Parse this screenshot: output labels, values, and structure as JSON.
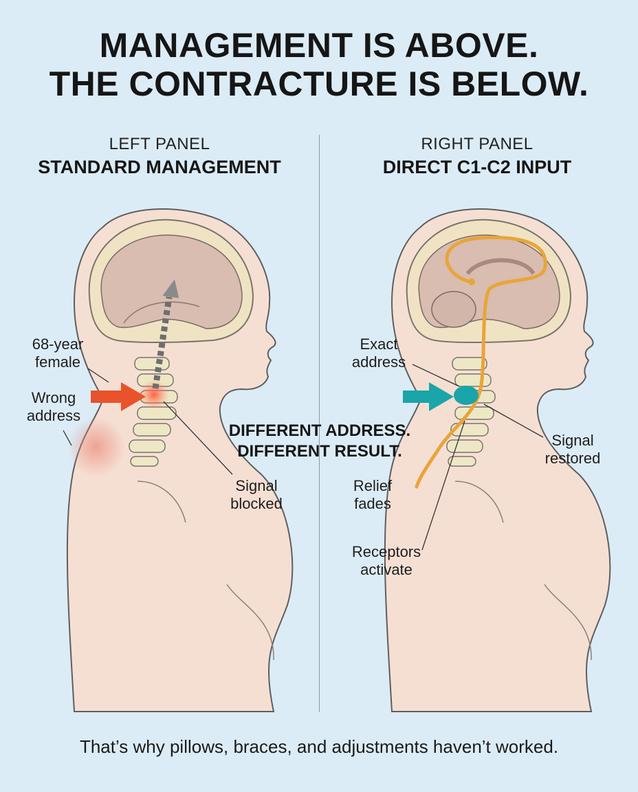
{
  "title_line1": "MANAGEMENT IS ABOVE.",
  "title_line2": "THE CONTRACTURE IS BELOW.",
  "left_panel": {
    "subtitle": "LEFT PANEL",
    "heading": "STANDARD MANAGEMENT",
    "label_patient_1": "68-year",
    "label_patient_2": "female",
    "label_wrong_1": "Wrong",
    "label_wrong_2": "address",
    "label_signal_1": "Signal",
    "label_signal_2": "blocked",
    "arrow_color": "#e8532c"
  },
  "right_panel": {
    "subtitle": "RIGHT PANEL",
    "heading": "DIRECT C1-C2 INPUT",
    "label_exact_1": "Exact",
    "label_exact_2": "address",
    "label_restored_1": "Signal",
    "label_restored_2": "restored",
    "label_relief_1": "Relief",
    "label_relief_2": "fades",
    "label_receptors_1": "Receptors",
    "label_receptors_2": "activate",
    "arrow_color": "#1aa5a8",
    "nerve_color": "#e9a43a"
  },
  "center_note_1": "DIFFERENT ADDRESS.",
  "center_note_2": "DIFFERENT RESULT.",
  "footer": "That’s why pillows, braces, and adjustments haven’t worked."
}
